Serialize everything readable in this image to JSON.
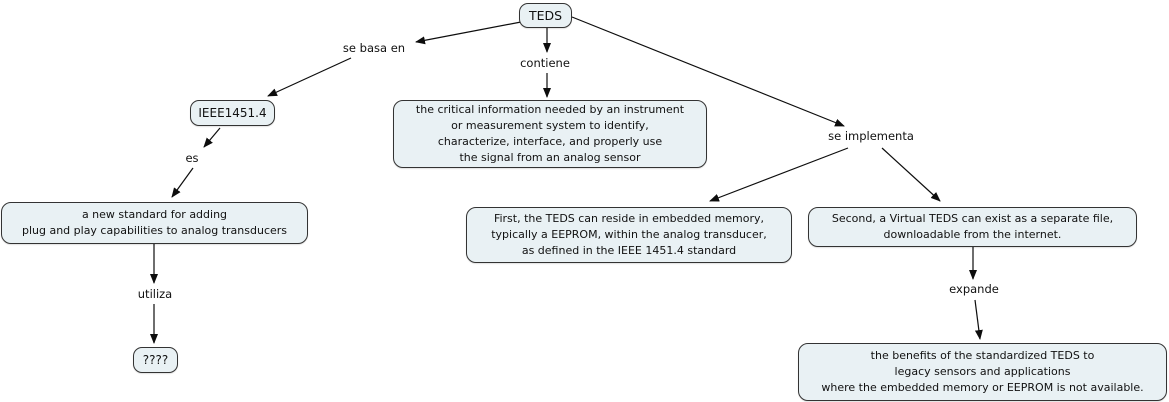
{
  "colors": {
    "background": "#ffffff",
    "node_fill": "#e9f1f4",
    "node_border": "#333333",
    "line": "#0d0d0d",
    "text": "#111111"
  },
  "nodes": {
    "teds": {
      "label": "TEDS"
    },
    "ieee": {
      "label": "IEEE1451.4"
    },
    "critical_info": {
      "label": "the critical information needed by an instrument\nor measurement system to identify,\ncharacterize, interface, and properly use\nthe signal from an analog sensor"
    },
    "new_standard": {
      "label": "a new standard for adding\nplug and play capabilities to analog transducers"
    },
    "first_teds": {
      "label": "First, the TEDS can reside in embedded memory,\ntypically a EEPROM, within the analog transducer,\nas defined in the IEEE 1451.4 standard"
    },
    "virtual_teds": {
      "label": "Second, a Virtual TEDS can exist as a separate file,\ndownloadable from the internet."
    },
    "unknown": {
      "label": "????"
    },
    "benefits": {
      "label": "the benefits of the standardized TEDS to\nlegacy sensors and applications\nwhere the embedded memory or EEPROM is not available."
    }
  },
  "link_labels": {
    "se_basa_en": "se basa en",
    "contiene": "contiene",
    "se_implementa": "se implementa",
    "es": "es",
    "utiliza": "utiliza",
    "expande": "expande"
  },
  "relations": [
    {
      "from": "teds",
      "label": "se basa en",
      "to": "ieee"
    },
    {
      "from": "teds",
      "label": "contiene",
      "to": "critical_info"
    },
    {
      "from": "teds",
      "label": "se implementa",
      "to": "first_teds"
    },
    {
      "from": "teds",
      "label": "se implementa",
      "to": "virtual_teds"
    },
    {
      "from": "ieee",
      "label": "es",
      "to": "new_standard"
    },
    {
      "from": "new_standard",
      "label": "utiliza",
      "to": "unknown"
    },
    {
      "from": "virtual_teds",
      "label": "expande",
      "to": "benefits"
    }
  ]
}
